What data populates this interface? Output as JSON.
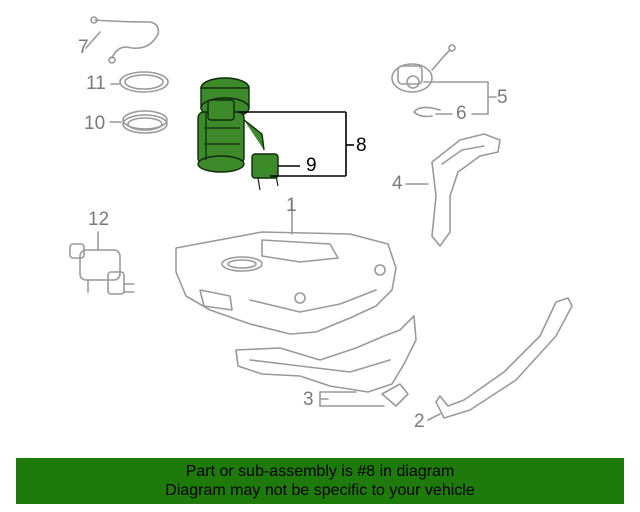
{
  "diagram": {
    "callouts": {
      "c1": "1",
      "c2": "2",
      "c3": "3",
      "c4": "4",
      "c5": "5",
      "c6": "6",
      "c7": "7",
      "c8": "8",
      "c9": "9",
      "c10": "10",
      "c11": "11",
      "c12": "12"
    },
    "highlight_color": "#3c8a2a",
    "line_color": "#9a9a9a"
  },
  "banner": {
    "line1": "Part or sub-assembly is #8 in diagram",
    "line2": "Diagram may not be specific to your vehicle",
    "background_color": "#1e7a0a"
  }
}
